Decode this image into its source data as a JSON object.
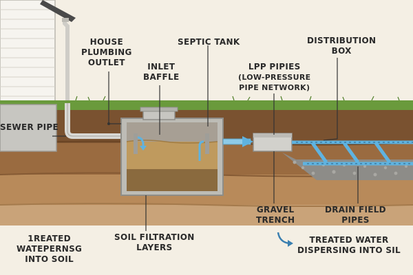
{
  "labels": {
    "house_plumbing_outlet": [
      "HOUSE",
      "PLUMBING",
      "OUTLET"
    ],
    "septic_tank": "SEPTIC TANK",
    "inlet_baffle": [
      "INLET",
      "BAFFLE"
    ],
    "lpp_pipes": [
      "LPP PIPIES",
      "(LOW-PRESSURE",
      "PIPE NETWORK)"
    ],
    "distribution_box": [
      "DISTRIBUTION",
      "BOX"
    ],
    "sewer_pipe": "SEWER PIPE",
    "gravel_trench": [
      "GRAVEL",
      "TRENCH"
    ],
    "drain_field_pipes": [
      "DRAIN FIELD",
      "PIPES"
    ],
    "soil_filtration_layers": [
      "SOIL FILTRATION",
      "LAYERS"
    ],
    "treated_water_left": [
      "1REATED",
      "WATEPERNSG",
      "INTO SOIL"
    ],
    "treated_water_right": [
      "TREATED WATER",
      "DISPERSING INTO SIL"
    ]
  },
  "colors": {
    "sky": "#f4efe4",
    "grass": "#6a9a3c",
    "topsoil": "#7a5230",
    "mid_soil": "#9a6b40",
    "deep_soil": "#b88a5a",
    "bottom_soil": "#c9a379",
    "tank_wall": "#bdbcb6",
    "effluent": "#bf9a5e",
    "sludge": "#8a6a3e",
    "water_pipe": "#8ecbe8",
    "pipe_gray": "#d9d8d4",
    "text": "#2a2a2a"
  }
}
